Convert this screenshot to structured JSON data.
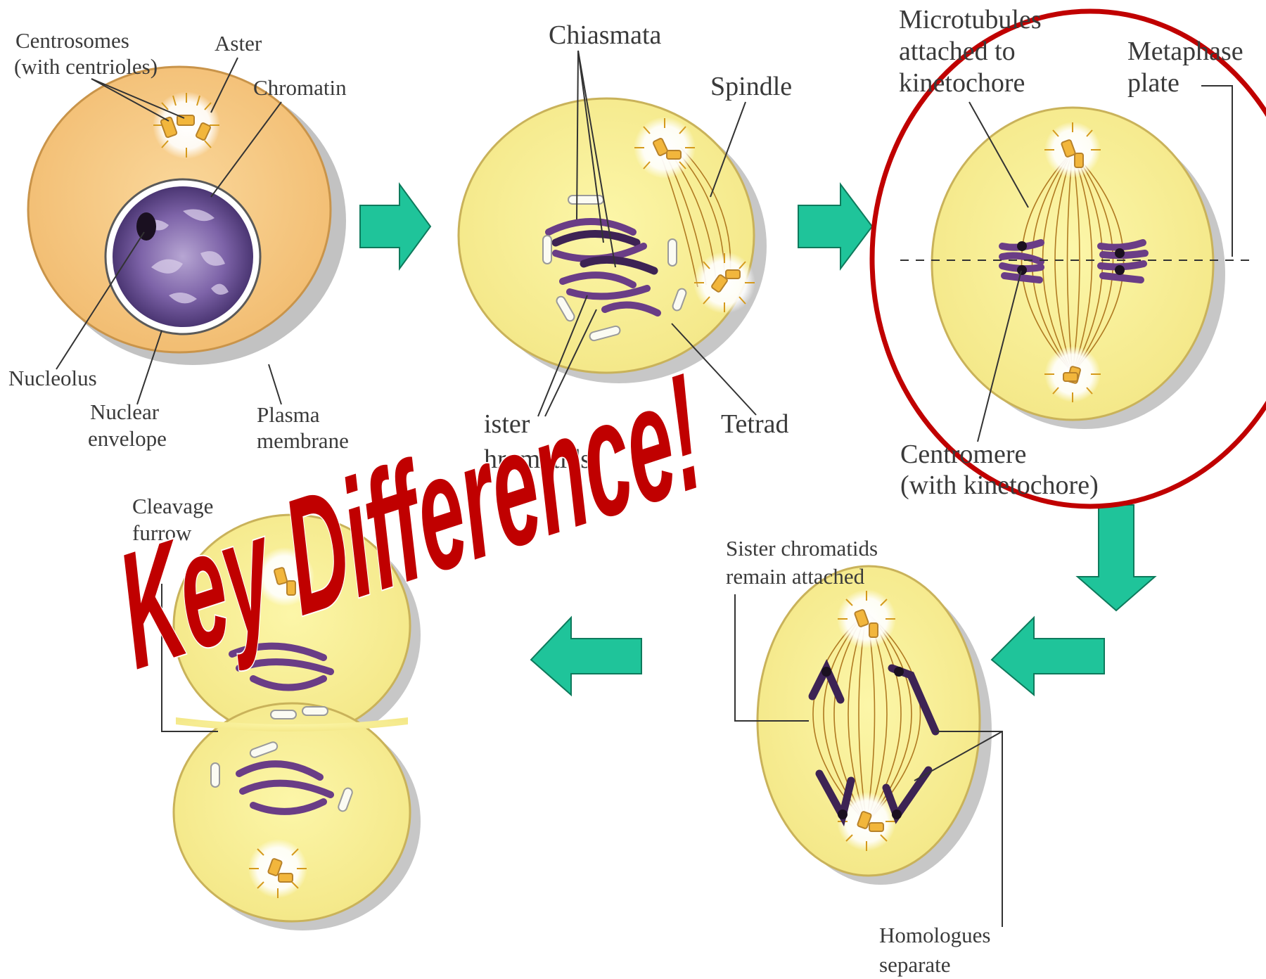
{
  "labels": {
    "prophase_early": {
      "centrosomes": [
        "Centrosomes",
        "(with centrioles)"
      ],
      "aster": "Aster",
      "chromatin": "Chromatin",
      "nucleolus": "Nucleolus",
      "nuclear_envelope": [
        "Nuclear",
        "envelope"
      ],
      "plasma_membrane": [
        "Plasma",
        "membrane"
      ]
    },
    "prophase_late": {
      "chiasmata": "Chiasmata",
      "spindle": "Spindle",
      "sister_chromatids": [
        "ister",
        "hromatids"
      ],
      "tetrad": "Tetrad"
    },
    "metaphase": {
      "microtubules": [
        "Microtubules",
        "attached to",
        "kinetochore"
      ],
      "metaphase_plate": [
        "Metaphase",
        "plate"
      ],
      "centromere": [
        "Centromere",
        "(with kinetochore)"
      ]
    },
    "anaphase": {
      "sister_chromatids_attached": [
        "Sister chromatids",
        "remain attached"
      ],
      "homologues_separate": [
        "Homologues",
        "separate"
      ]
    },
    "telophase": {
      "cleavage_furrow": [
        "Cleavage",
        "furrow"
      ]
    }
  },
  "overlay": {
    "text": "Key Difference!",
    "color": "#c00000"
  },
  "colors": {
    "arrow": "#1fc49a",
    "cell_early": "#f6c77e",
    "cell": "#f9f08f",
    "highlight_circle": "#c00000"
  }
}
